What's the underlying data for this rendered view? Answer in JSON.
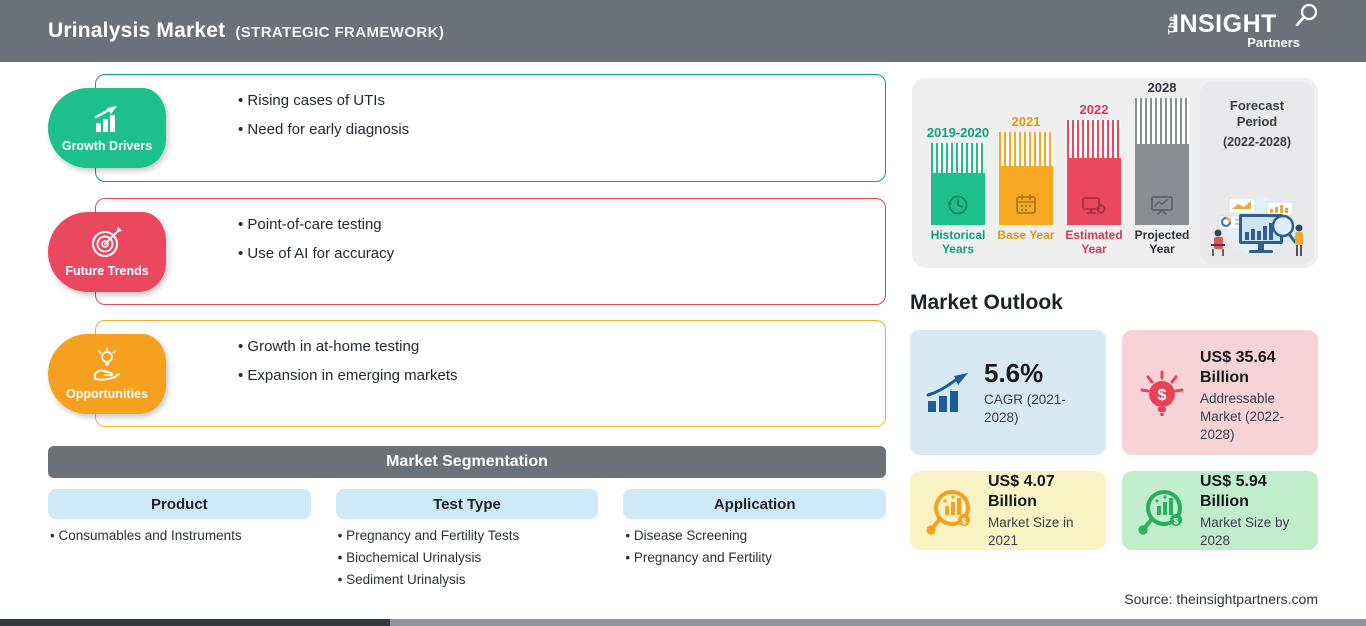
{
  "header": {
    "title": "Urinalysis Market",
    "subtitle": "(STRATEGIC FRAMEWORK)",
    "logo": {
      "the": "The",
      "insight": "INSIGHT",
      "partners": "Partners"
    }
  },
  "framework": {
    "sections": [
      {
        "label": "Growth Drivers",
        "icon": "growth-chart-icon",
        "color": "#1dbf8a",
        "bullets": [
          "Rising cases of UTIs",
          "Need for early diagnosis"
        ]
      },
      {
        "label": "Future Trends",
        "icon": "target-dart-icon",
        "color": "#e9485f",
        "bullets": [
          "Point-of-care testing",
          "Use of AI for accuracy"
        ]
      },
      {
        "label": "Opportunities",
        "icon": "bulb-hand-icon",
        "color": "#f5a01e",
        "bullets": [
          "Growth in at-home testing",
          "Expansion in emerging markets"
        ]
      }
    ]
  },
  "segmentation": {
    "title": "Market Segmentation",
    "columns": [
      {
        "header": "Product",
        "items": [
          "Consumables and Instruments"
        ]
      },
      {
        "header": "Test Type",
        "items": [
          "Pregnancy and Fertility Tests",
          "Biochemical Urinalysis",
          "Sediment Urinalysis"
        ]
      },
      {
        "header": "Application",
        "items": [
          "Disease Screening",
          "Pregnancy and Fertility"
        ]
      }
    ]
  },
  "timeline": {
    "bars": [
      {
        "year": "2019-2020",
        "label": "Historical Years",
        "color": "#1dbf8a",
        "icon": "clock-history-icon"
      },
      {
        "year": "2021",
        "label": "Base Year",
        "color": "#f7a823",
        "icon": "calendar-icon"
      },
      {
        "year": "2022",
        "label": "Estimated Year",
        "color": "#e9485f",
        "icon": "computer-gear-icon"
      },
      {
        "year": "2028",
        "label": "Projected Year",
        "color": "#8a8d91",
        "icon": "presentation-chart-icon"
      }
    ],
    "forecast": {
      "line1": "Forecast",
      "line2": "Period",
      "range": "(2022-2028)"
    }
  },
  "outlook": {
    "title": "Market Outlook",
    "cards": [
      {
        "value": "5.6%",
        "caption": "CAGR (2021-2028)",
        "icon": "cagr-growth-icon",
        "bg": "#d8e9f3"
      },
      {
        "value": "US$ 35.64 Billion",
        "caption": "Addressable Market (2022-2028)",
        "icon": "bulb-dollar-icon",
        "bg": "#f7d2d7"
      },
      {
        "value": "US$ 4.07 Billion",
        "caption": "Market Size in 2021",
        "icon": "magnifier-chart-icon-orange",
        "bg": "#faf4c4"
      },
      {
        "value": "US$ 5.94 Billion",
        "caption": "Market Size by 2028",
        "icon": "magnifier-chart-icon-green",
        "bg": "#c2edcd"
      }
    ]
  },
  "source": "Source: theinsightpartners.com",
  "colors": {
    "header_bar": "#6b7177",
    "growth_green": "#1dbf8a",
    "trends_red": "#e9485f",
    "opportunities_orange": "#f5a01e",
    "segment_chip_blue": "#cdeaf6",
    "cagr_navy": "#1c5d99",
    "panel_gray": "#efeff0"
  }
}
